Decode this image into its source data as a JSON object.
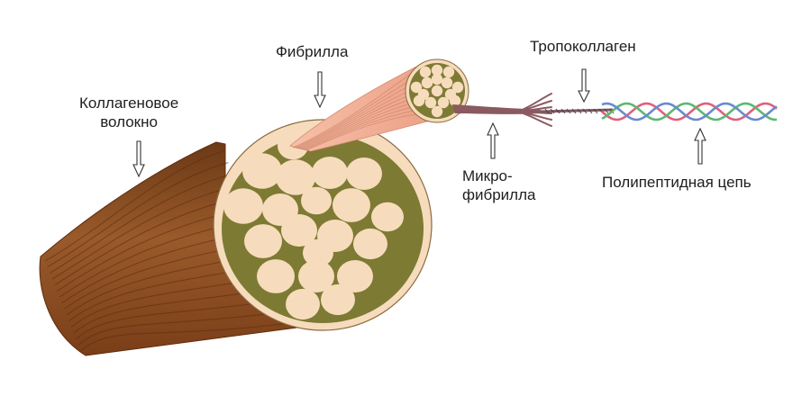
{
  "labels": {
    "collagen_fiber": [
      "Коллагеновое",
      "волокно"
    ],
    "fibril": "Фибрилла",
    "tropocollagen": "Тропоколлаген",
    "microfibril": [
      "Микро-",
      "фибрилла"
    ],
    "polypeptide_chain": "Полипептидная цепь"
  },
  "colors": {
    "fiber_brown": "#8a4a22",
    "fiber_dark": "#5e2e10",
    "matrix_olive": "#7d7a34",
    "section_cream": "#f6dcbc",
    "fibril_pink": "#f0a890",
    "microfibril_mauve": "#8a5a60",
    "chain_red": "#e0607a",
    "chain_green": "#5cb870",
    "chain_blue": "#6a8ad0"
  }
}
